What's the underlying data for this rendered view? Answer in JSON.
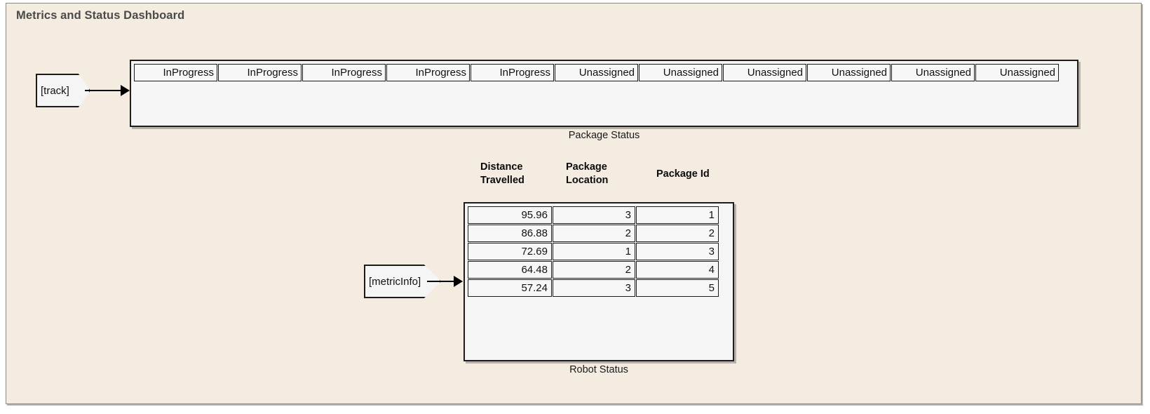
{
  "dashboard": {
    "title": "Metrics and Status Dashboard",
    "background_color": "#f4ece0",
    "border_color": "#8a8a82",
    "title_color": "#4a4a48"
  },
  "package_status": {
    "caption": "Package Status",
    "signal_tag": "[track]",
    "cells": [
      "InProgress",
      "InProgress",
      "InProgress",
      "InProgress",
      "InProgress",
      "Unassigned",
      "Unassigned",
      "Unassigned",
      "Unassigned",
      "Unassigned",
      "Unassigned"
    ]
  },
  "robot_status": {
    "caption": "Robot Status",
    "signal_tag": "[metricInfo]",
    "columns": [
      "Distance\nTravelled",
      "Package\nLocation",
      "Package Id"
    ],
    "rows": [
      {
        "distance": "95.96",
        "location": "3",
        "id": "1"
      },
      {
        "distance": "86.88",
        "location": "2",
        "id": "2"
      },
      {
        "distance": "72.69",
        "location": "1",
        "id": "3"
      },
      {
        "distance": "64.48",
        "location": "2",
        "id": "4"
      },
      {
        "distance": "57.24",
        "location": "3",
        "id": "5"
      }
    ]
  }
}
